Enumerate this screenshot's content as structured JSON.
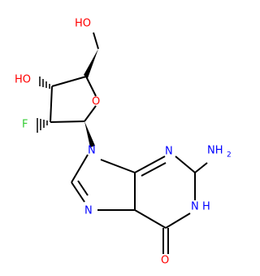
{
  "colors": {
    "bond": "#000000",
    "oxygen": "#ff0000",
    "nitrogen": "#0000ff",
    "fluorine": "#33cc33"
  },
  "atoms": {
    "ho_top": "HO",
    "ho_left": "HO",
    "o_ring": "O",
    "f": "F",
    "n9": "N",
    "n3": "N",
    "nh2": "NH",
    "nh2_sub": "2",
    "n1h": "N",
    "n1h_h": "H",
    "n7": "N",
    "o6": "O"
  }
}
